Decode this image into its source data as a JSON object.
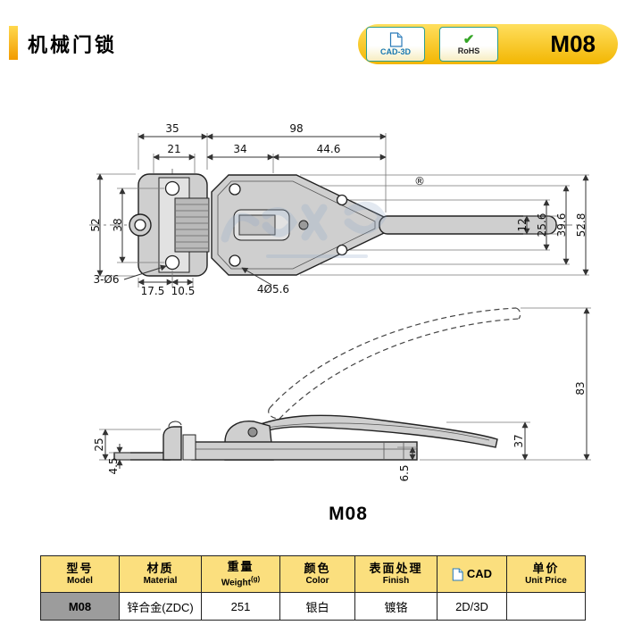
{
  "header": {
    "title": "机械门锁",
    "model": "M08",
    "badges": [
      {
        "label": "CAD-3D"
      },
      {
        "label": "RoHS",
        "check": "✔"
      }
    ]
  },
  "drawing": {
    "caption": "M08",
    "top_view": {
      "d35": "35",
      "d98": "98",
      "d21": "21",
      "d34": "34",
      "d44_6": "44.6",
      "d52": "52",
      "d38": "38",
      "d12": "12",
      "d25_6": "25.6",
      "d39_6": "39.6",
      "d52_8": "52.8",
      "holes_plate": "3-Ø6",
      "d17_5": "17.5",
      "d10_5": "10.5",
      "holes_body": "4Ø5.6",
      "registered": "®"
    },
    "side_view": {
      "d25": "25",
      "d4_5": "4.5",
      "d83": "83",
      "d37": "37",
      "d6_5": "6.5"
    }
  },
  "table": {
    "headers": [
      {
        "zh": "型号",
        "en": "Model"
      },
      {
        "zh": "材质",
        "en": "Material"
      },
      {
        "zh": "重量",
        "en": "Weight",
        "sub": "(g)"
      },
      {
        "zh": "颜色",
        "en": "Color"
      },
      {
        "zh": "表面处理",
        "en": "Finish"
      },
      {
        "zh": "CAD",
        "en": ""
      },
      {
        "zh": "单价",
        "en": "Unit Price"
      }
    ],
    "row": {
      "model": "M08",
      "material": "锌合金(ZDC)",
      "weight": "251",
      "color": "银白",
      "finish": "镀铬",
      "cad": "2D/3D",
      "unit_price": ""
    }
  },
  "colors": {
    "band_yellow": "#F5C400",
    "table_header_yellow": "#FBDF7E",
    "model_cell_gray": "#9C9C9C",
    "check_green": "#35A527",
    "cad_text_blue": "#1878B0",
    "badge_border_teal": "#2F9D8F"
  }
}
